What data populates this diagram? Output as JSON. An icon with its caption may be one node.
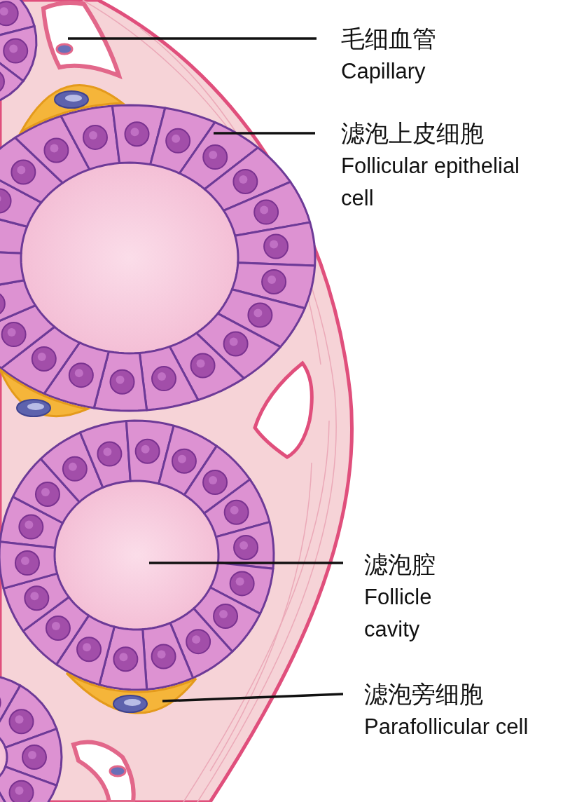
{
  "diagram": {
    "nodes": [
      {
        "text": [
          "毛细血管",
          "Capillary"
        ]
      },
      {
        "text": [],
        "shape": "picture"
      },
      {
        "text": [
          "滤泡上皮细胞",
          "Follicular epithelial cell"
        ]
      },
      {
        "text": [],
        "shape": "picture"
      },
      {
        "text": [
          "滤泡腔",
          "Follicle cavity"
        ]
      },
      {
        "text": [],
        "shape": "picture"
      },
      {
        "text": [
          "滤泡旁细胞",
          "Parafollicular cell"
        ]
      },
      {
        "text": [],
        "shape": "picture"
      }
    ],
    "edges": [
      {
        "from": 0,
        "to": 1,
        "arrow": "none"
      },
      {
        "from": 2,
        "to": 3,
        "arrow": "none"
      },
      {
        "from": 4,
        "to": 5,
        "arrow": "none"
      },
      {
        "from": 6,
        "to": 7,
        "arrow": "none"
      }
    ]
  }
}
